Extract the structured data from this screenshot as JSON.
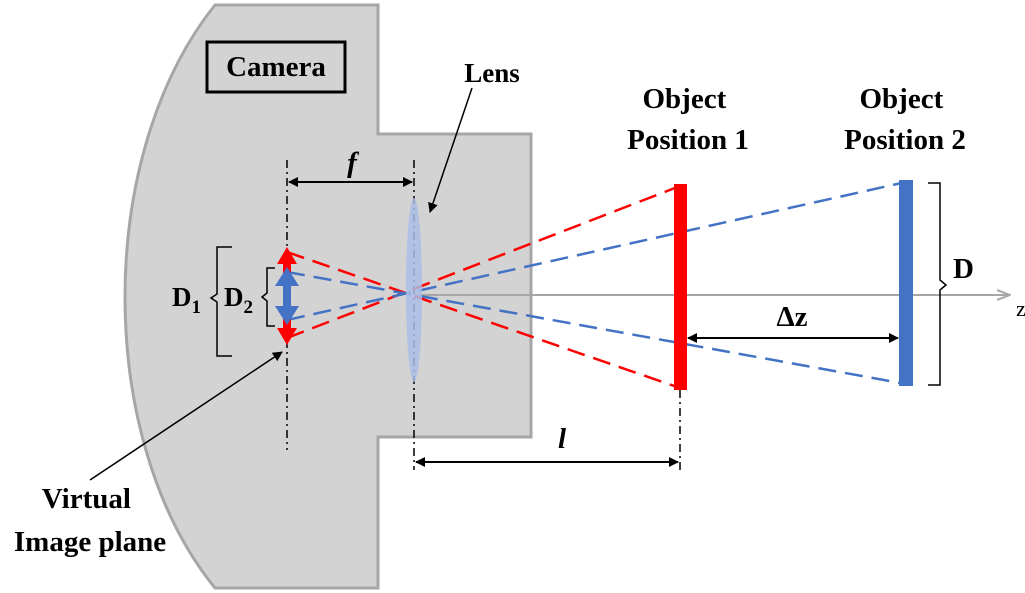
{
  "labels": {
    "camera": "Camera",
    "lens": "Lens",
    "object_position_1": [
      "Object",
      "Position 1"
    ],
    "object_position_2": [
      "Object",
      "Position 2"
    ],
    "focal_length": "f",
    "distance_l": "l",
    "delta_z": "Δz",
    "object_size": "D",
    "image_size_1": {
      "base": "D",
      "sub": "1"
    },
    "image_size_2": {
      "base": "D",
      "sub": "2"
    },
    "axis": "z",
    "virtual_image_plane": [
      "Virtual",
      "Image plane"
    ]
  },
  "colors": {
    "camera_body": "#d3d3d3",
    "camera_outline": "#a6a6a6",
    "object_position_1": "#ff0000",
    "object_position_2": "#4472c4",
    "lens": "#a9bde6",
    "axis": "#a6a6a6"
  }
}
